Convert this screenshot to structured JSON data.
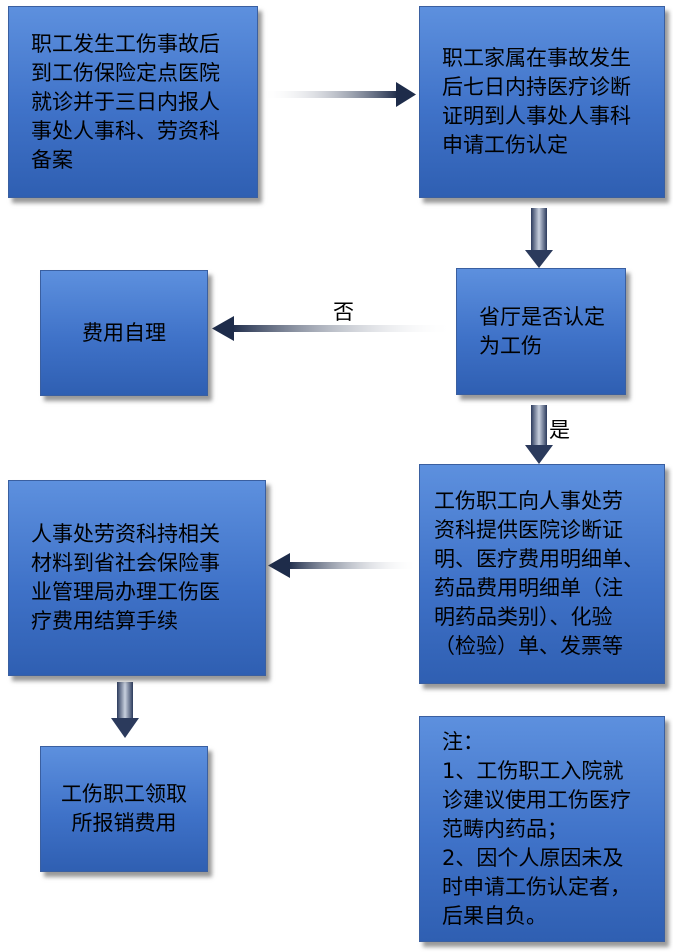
{
  "boxes": {
    "report": "职工发生工伤事故后\n到工伤保险定点医院\n就诊并于三日内报人\n事处人事科、劳资科\n备案",
    "family_apply": "职工家属在事故发生\n后七日内持医疗诊断\n证明到人事处人事科\n申请工伤认定",
    "self_pay": "费用自理",
    "decision": "省厅是否认定\n为工伤",
    "provide_docs": "工伤职工向人事处劳\n资科提供医院诊断证\n明、医疗费用明细单、\n药品费用明细单（注\n明药品类别）、化验\n（检验）单、发票等",
    "settlement": "人事处劳资科持相关\n材料到省社会保险事\n业管理局办理工伤医\n疗费用结算手续",
    "collect": "工伤职工领取\n所报销费用",
    "note": "注：\n1、工伤职工入院就\n诊建议使用工伤医疗\n范畴内药品；\n2、因个人原因未及\n时申请工伤认定者，\n后果自负。"
  },
  "labels": {
    "no": "否",
    "yes": "是"
  },
  "colors": {
    "box_fill_top": "#5d90de",
    "box_fill_bottom": "#2f5fb2",
    "arrow_dark": "#1e2c4a",
    "arrow_light": "#ffffff"
  }
}
